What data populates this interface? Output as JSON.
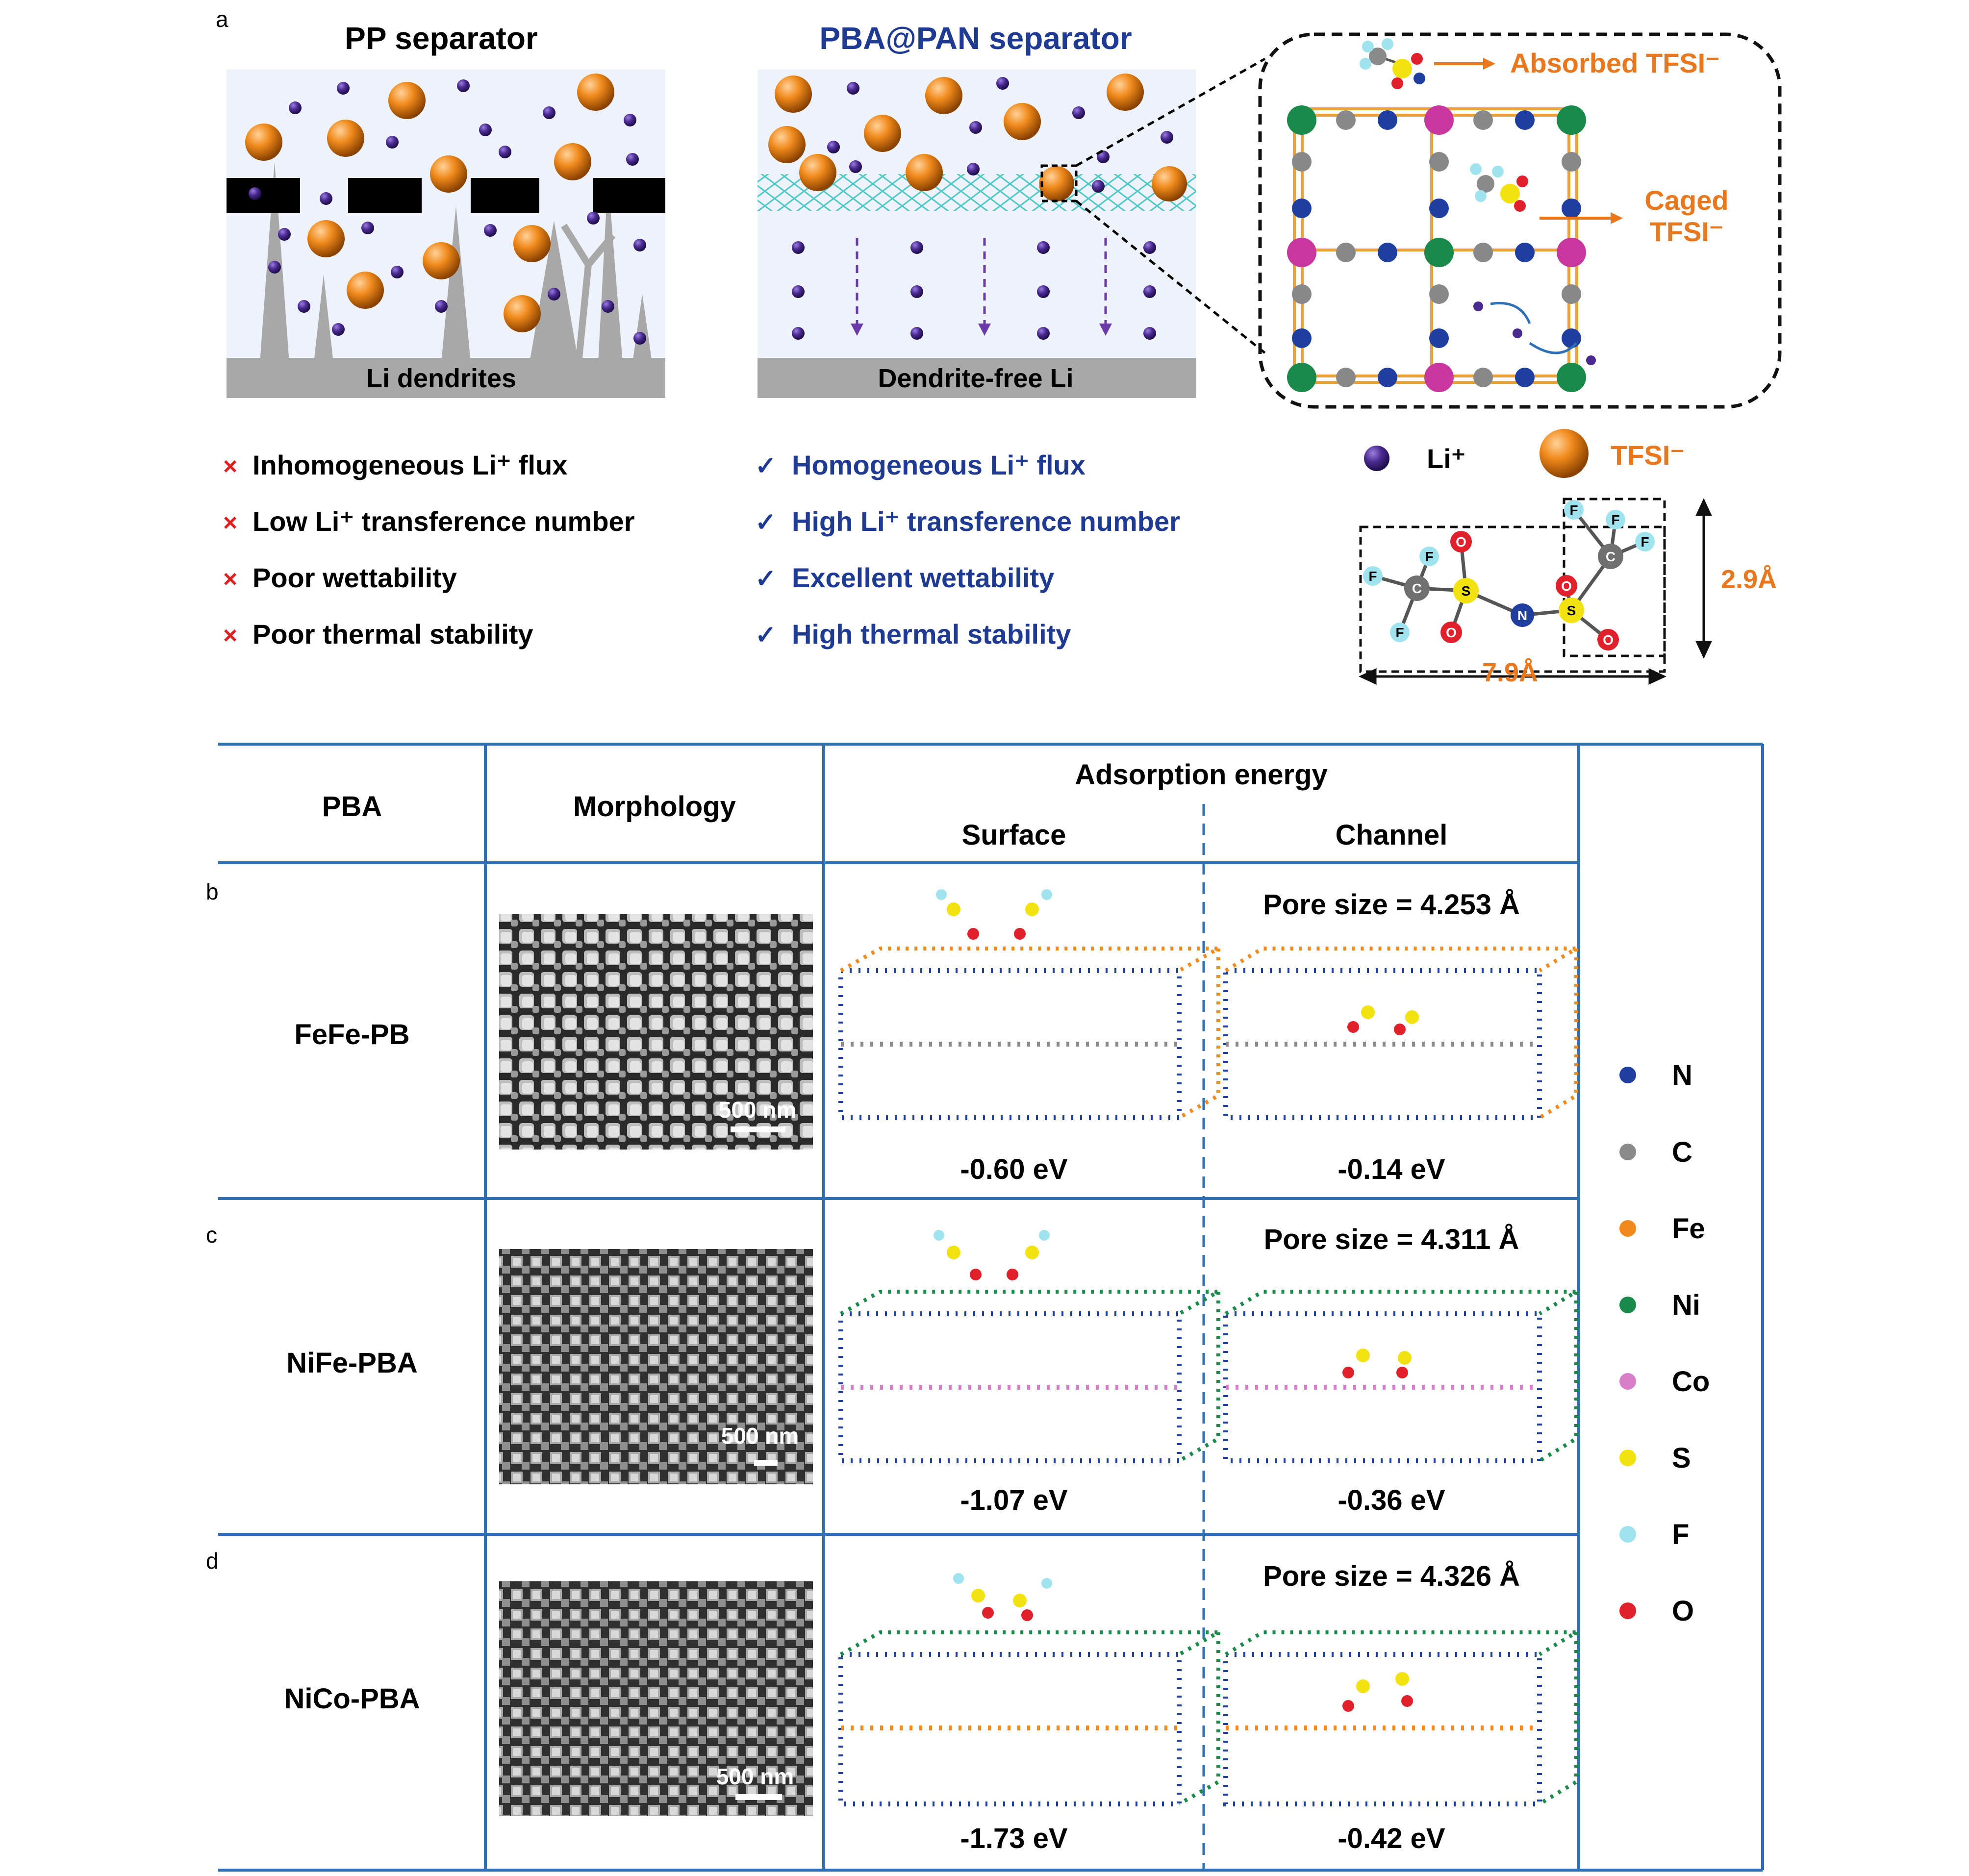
{
  "panel_letters": {
    "a": "a",
    "b": "b",
    "c": "c",
    "d": "d"
  },
  "panel_a": {
    "pp_title": "PP separator",
    "pba_title": "PBA@PAN separator",
    "pp_bottom": "Li dendrites",
    "pba_bottom": "Dendrite-free Li",
    "inset_absorbed": "Absorbed TFSI⁻",
    "inset_caged_1": "Caged",
    "inset_caged_2": "TFSI⁻",
    "pp_points": [
      {
        "mark": "×",
        "text": "Inhomogeneous Li⁺ flux"
      },
      {
        "mark": "×",
        "text": "Low Li⁺ transference number"
      },
      {
        "mark": "×",
        "text": "Poor wettability"
      },
      {
        "mark": "×",
        "text": "Poor thermal stability"
      }
    ],
    "pba_points": [
      {
        "mark": "✓",
        "text": "Homogeneous Li⁺ flux"
      },
      {
        "mark": "✓",
        "text": "High Li⁺ transference number"
      },
      {
        "mark": "✓",
        "text": "Excellent wettability"
      },
      {
        "mark": "✓",
        "text": "High thermal stability"
      }
    ],
    "legend_li": "Li⁺",
    "legend_tfsi": "TFSI⁻",
    "tfsi_atoms": {
      "F": "F",
      "C": "C",
      "S": "S",
      "O": "O",
      "N": "N"
    },
    "dim_height": "2.9Å",
    "dim_width": "7.9Å"
  },
  "table": {
    "col_pba": "PBA",
    "col_morphology": "Morphology",
    "col_adsorption": "Adsorption energy",
    "col_surface": "Surface",
    "col_channel": "Channel",
    "scale_bar": "500 nm",
    "rows": [
      {
        "letter": "b",
        "name": "FeFe-PB",
        "pore": "Pore size = 4.253 Å",
        "surface_energy": "-0.60 eV",
        "channel_energy": "-0.14 eV"
      },
      {
        "letter": "c",
        "name": "NiFe-PBA",
        "pore": "Pore size = 4.311 Å",
        "surface_energy": "-1.07 eV",
        "channel_energy": "-0.36 eV"
      },
      {
        "letter": "d",
        "name": "NiCo-PBA",
        "pore": "Pore size = 4.326 Å",
        "surface_energy": "-1.73 eV",
        "channel_energy": "-0.42 eV"
      }
    ]
  },
  "element_legend": [
    {
      "symbol": "N",
      "color": "#1e3fa0"
    },
    {
      "symbol": "C",
      "color": "#8a8a8a"
    },
    {
      "symbol": "Fe",
      "color": "#f08a1c"
    },
    {
      "symbol": "Ni",
      "color": "#1a8a4a"
    },
    {
      "symbol": "Co",
      "color": "#d77fc8"
    },
    {
      "symbol": "S",
      "color": "#f2e20f"
    },
    {
      "symbol": "F",
      "color": "#9fe3ee"
    },
    {
      "symbol": "O",
      "color": "#e0202a"
    }
  ],
  "colors": {
    "accent_orange": "#e8771e",
    "accent_blue": "#1f3a93",
    "red_cross": "#e02020",
    "table_line": "#2f6fb5",
    "li_purple": "#4a2a90",
    "gray_metal": "#a8a8a8"
  }
}
